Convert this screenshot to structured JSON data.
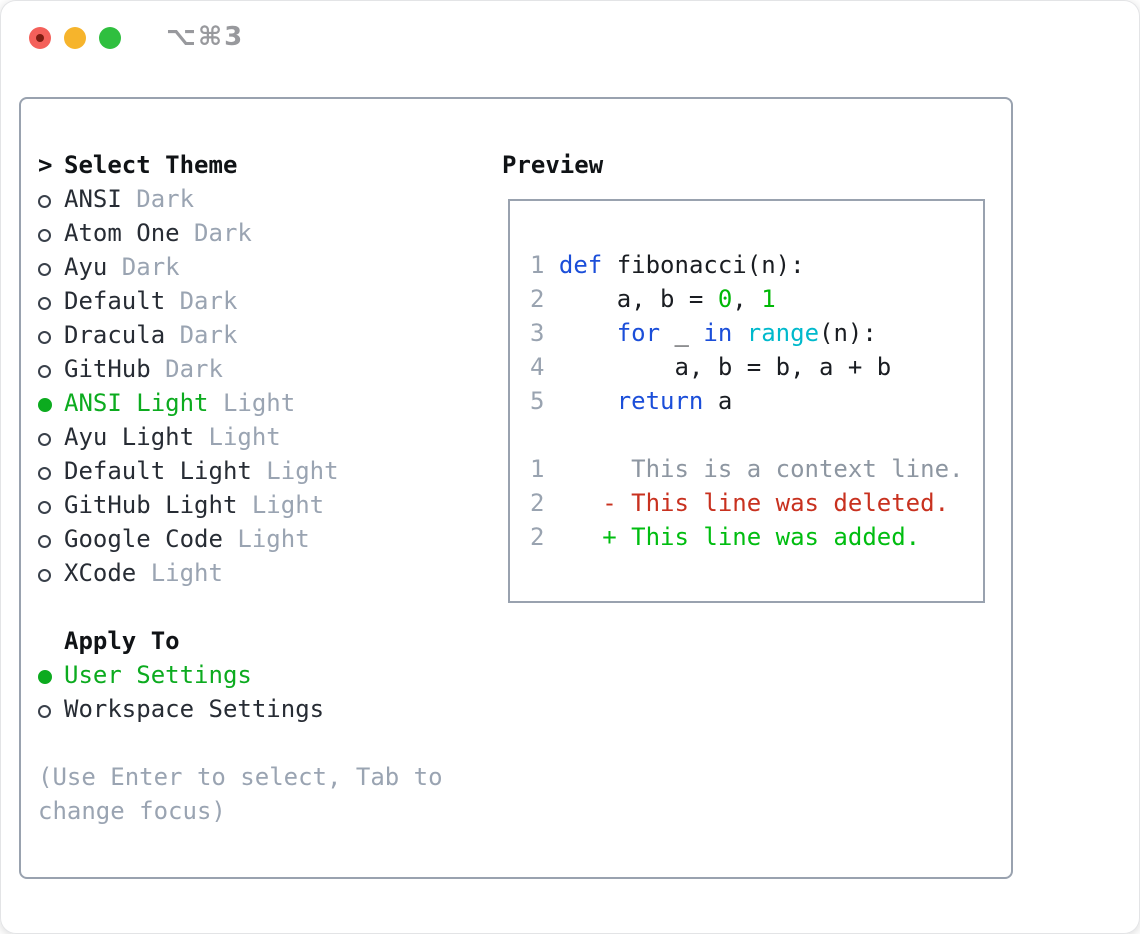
{
  "window": {
    "shortcut": "⌥⌘3",
    "traffic_lights": [
      {
        "name": "close",
        "color": "#f4605a",
        "dot_color": "#7e1d12"
      },
      {
        "name": "minimize",
        "color": "#f6b42c"
      },
      {
        "name": "zoom",
        "color": "#2fbf3f"
      }
    ]
  },
  "theme_panel": {
    "prompt": ">",
    "header": "Select Theme",
    "items": [
      {
        "name": "ANSI",
        "variant": "Dark",
        "selected": false
      },
      {
        "name": "Atom One",
        "variant": "Dark",
        "selected": false
      },
      {
        "name": "Ayu",
        "variant": "Dark",
        "selected": false
      },
      {
        "name": "Default",
        "variant": "Dark",
        "selected": false
      },
      {
        "name": "Dracula",
        "variant": "Dark",
        "selected": false
      },
      {
        "name": "GitHub",
        "variant": "Dark",
        "selected": false
      },
      {
        "name": "ANSI Light",
        "variant": "Light",
        "selected": true
      },
      {
        "name": "Ayu Light",
        "variant": "Light",
        "selected": false
      },
      {
        "name": "Default Light",
        "variant": "Light",
        "selected": false
      },
      {
        "name": "GitHub Light",
        "variant": "Light",
        "selected": false
      },
      {
        "name": "Google Code",
        "variant": "Light",
        "selected": false
      },
      {
        "name": "XCode",
        "variant": "Light",
        "selected": false
      }
    ],
    "apply_to": {
      "header": "Apply To",
      "options": [
        {
          "label": "User Settings",
          "selected": true
        },
        {
          "label": "Workspace Settings",
          "selected": false
        }
      ]
    },
    "help_lines": [
      "(Use Enter to select, Tab to",
      "change focus)"
    ]
  },
  "preview": {
    "header": "Preview",
    "lines": [
      {
        "num": "1",
        "kind": "code",
        "segments": [
          {
            "text": "def",
            "style": "keyword"
          },
          {
            "text": " fibonacci(n):",
            "style": "plain"
          }
        ]
      },
      {
        "num": "2",
        "kind": "code",
        "segments": [
          {
            "text": "    a, b = ",
            "style": "plain"
          },
          {
            "text": "0",
            "style": "number"
          },
          {
            "text": ", ",
            "style": "plain"
          },
          {
            "text": "1",
            "style": "number"
          }
        ]
      },
      {
        "num": "3",
        "kind": "code",
        "segments": [
          {
            "text": "    ",
            "style": "plain"
          },
          {
            "text": "for",
            "style": "keyword"
          },
          {
            "text": " _ ",
            "style": "plain"
          },
          {
            "text": "in",
            "style": "keyword"
          },
          {
            "text": " ",
            "style": "plain"
          },
          {
            "text": "range",
            "style": "builtin"
          },
          {
            "text": "(n):",
            "style": "plain"
          }
        ]
      },
      {
        "num": "4",
        "kind": "code",
        "segments": [
          {
            "text": "        a, b = b, a + b",
            "style": "plain"
          }
        ]
      },
      {
        "num": "5",
        "kind": "code",
        "segments": [
          {
            "text": "    ",
            "style": "plain"
          },
          {
            "text": "return",
            "style": "keyword"
          },
          {
            "text": " a",
            "style": "plain"
          }
        ]
      },
      {
        "num": "",
        "kind": "blank",
        "segments": []
      },
      {
        "num": "1",
        "kind": "diff",
        "segments": [
          {
            "text": "     This is a context line.",
            "style": "context"
          }
        ]
      },
      {
        "num": "2",
        "kind": "diff",
        "segments": [
          {
            "text": "   - This line was deleted.",
            "style": "deleted"
          }
        ]
      },
      {
        "num": "2",
        "kind": "diff",
        "segments": [
          {
            "text": "   + This line was added.",
            "style": "added"
          }
        ]
      }
    ]
  },
  "colors": {
    "accent_green": "#0cab1f",
    "keyword_blue": "#1b4ed9",
    "builtin_cyan": "#00b9cc",
    "number_green": "#00b806",
    "added_green": "#00bd10",
    "deleted_red": "#c8311f",
    "muted_gray": "#9aa4b2",
    "context_gray": "#8d96a1",
    "border_gray": "#99a2af"
  }
}
